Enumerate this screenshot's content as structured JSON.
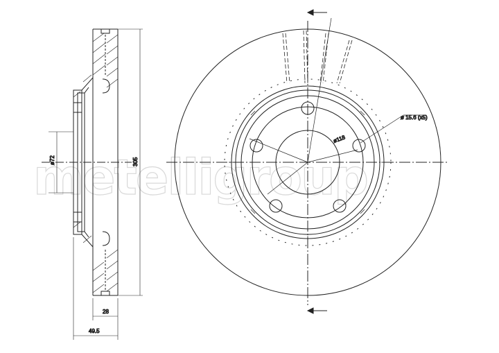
{
  "watermark": "metelligroup",
  "dimensions": {
    "center_bore": "ø72",
    "disc_diameter": "305",
    "disc_thickness": "28",
    "total_height": "49.5",
    "bolt_circle": "ø118",
    "bolt_holes": "ø 15.6 (x5)"
  },
  "colors": {
    "line": "#222222",
    "watermark": "#d8d8d8"
  }
}
